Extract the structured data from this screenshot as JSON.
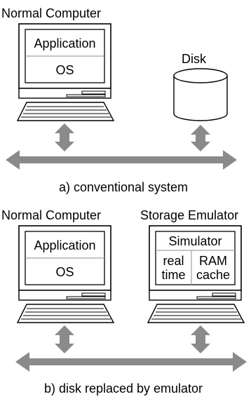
{
  "colors": {
    "line": "#000000",
    "arrow": "#8a8a8a",
    "divider": "#a0a0a0",
    "background": "#ffffff"
  },
  "diagram_a": {
    "computer_label": "Normal Computer",
    "screen": {
      "top_layer": "Application",
      "bottom_layer": "OS"
    },
    "disk_label": "Disk",
    "caption": "a) conventional system"
  },
  "diagram_b": {
    "computer_label": "Normal Computer",
    "screen": {
      "top_layer": "Application",
      "bottom_layer": "OS"
    },
    "emulator_label": "Storage Emulator",
    "emulator_screen": {
      "title": "Simulator",
      "left_line1": "real",
      "left_line2": "time",
      "right_line1": "RAM",
      "right_line2": "cache"
    },
    "caption": "b) disk replaced by emulator"
  }
}
